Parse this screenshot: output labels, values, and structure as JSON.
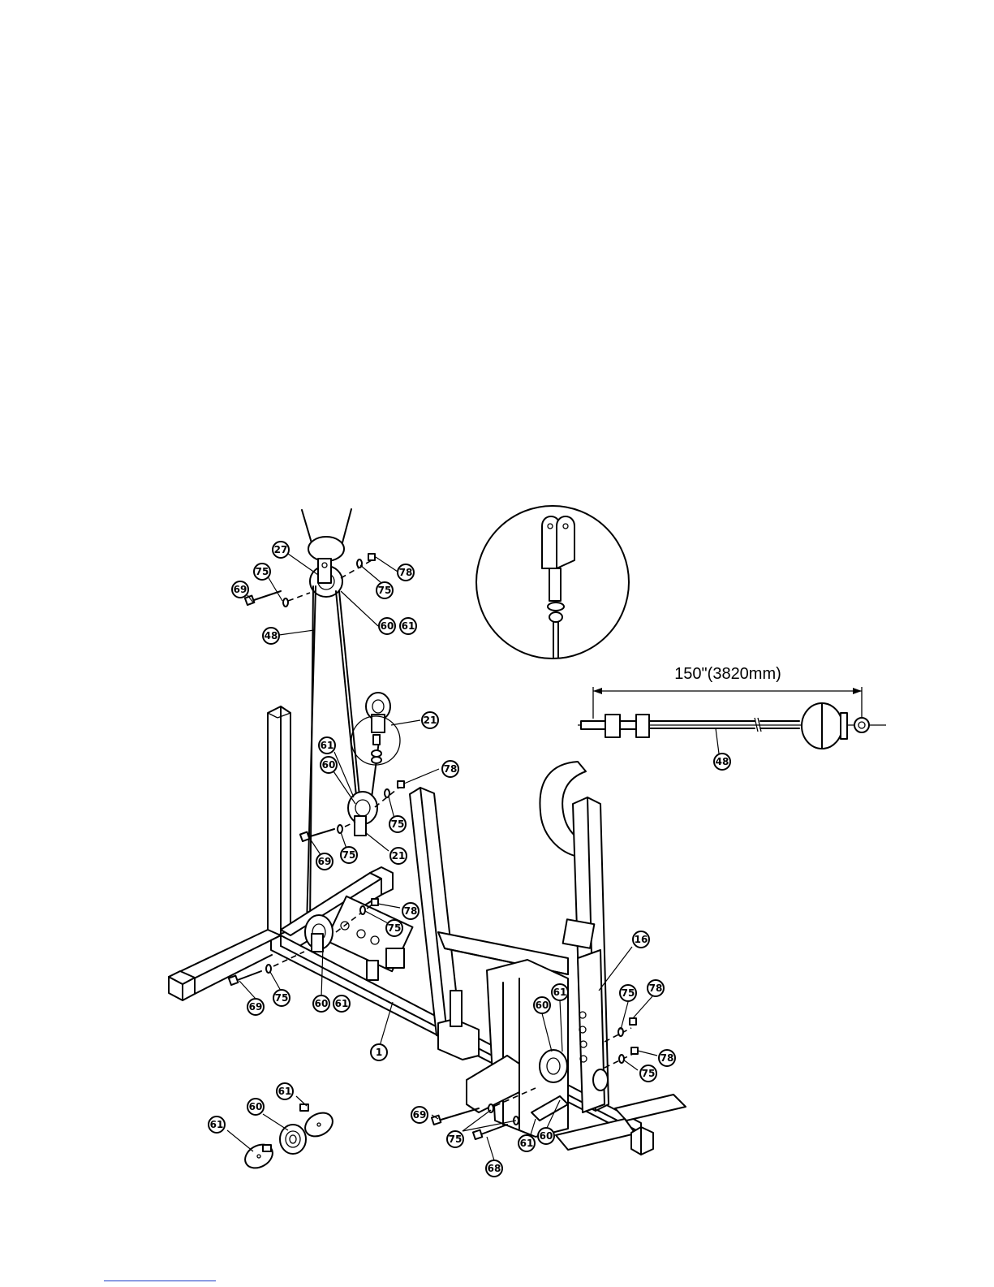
{
  "diagram": {
    "cable_dimension_label": "150\"(3820mm)",
    "callouts": [
      "27",
      "75",
      "78",
      "69",
      "48",
      "60",
      "61",
      "21",
      "16",
      "1",
      "68"
    ]
  }
}
